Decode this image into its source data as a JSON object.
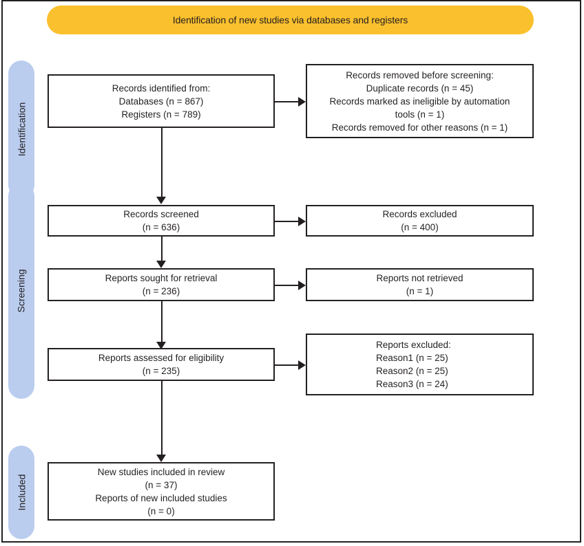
{
  "diagram": {
    "title": "Identification of new studies via databases and registers",
    "colors": {
      "banner": "#FBC02D",
      "stage_tab": "#BACDEF",
      "ink": "#231F20",
      "box_background": "#FFFFFF"
    },
    "stages": [
      {
        "id": "identification",
        "label": "Identification"
      },
      {
        "id": "screening",
        "label": "Screening"
      },
      {
        "id": "included",
        "label": "Included"
      }
    ],
    "boxes": {
      "records_identified": {
        "lines": [
          "Records identified from:",
          "Databases (n = 867)",
          "Registers (n = 789)"
        ]
      },
      "records_removed": {
        "lines": [
          "Records removed before screening:",
          "Duplicate records (n = 45)",
          "Records marked as ineligible by automation",
          "tools (n = 1)",
          "Records removed for other reasons (n = 1)"
        ]
      },
      "records_screened": {
        "lines": [
          "Records screened",
          "(n = 636)"
        ]
      },
      "records_excluded": {
        "lines": [
          "Records excluded",
          "(n = 400)"
        ]
      },
      "reports_sought": {
        "lines": [
          "Reports sought for retrieval",
          "(n = 236)"
        ]
      },
      "reports_not_retrieved": {
        "lines": [
          "Reports not retrieved",
          "(n = 1)"
        ]
      },
      "reports_assessed": {
        "lines": [
          "Reports assessed for eligibility",
          "(n = 235)"
        ]
      },
      "reports_excluded": {
        "lines": [
          "Reports excluded:",
          "Reason1 (n = 25)",
          "Reason2 (n = 25)",
          "Reason3 (n = 24)"
        ]
      },
      "new_studies_included": {
        "lines": [
          "New studies included in review",
          "(n = 37)",
          "Reports of new included studies",
          "(n = 0)"
        ]
      }
    }
  },
  "chart_data": {
    "type": "diagram",
    "title": "Identification of new studies via databases and registers",
    "nodes": [
      {
        "id": "records_identified",
        "stage": "Identification",
        "label": "Records identified from: Databases (n = 867); Registers (n = 789)",
        "counts": {
          "databases": 867,
          "registers": 789
        }
      },
      {
        "id": "records_removed",
        "stage": "Identification",
        "label": "Records removed before screening",
        "counts": {
          "duplicate_records": 45,
          "ineligible_by_automation_tools": 1,
          "removed_other_reasons": 1
        }
      },
      {
        "id": "records_screened",
        "stage": "Screening",
        "label": "Records screened",
        "counts": {
          "n": 636
        }
      },
      {
        "id": "records_excluded",
        "stage": "Screening",
        "label": "Records excluded",
        "counts": {
          "n": 400
        }
      },
      {
        "id": "reports_sought",
        "stage": "Screening",
        "label": "Reports sought for retrieval",
        "counts": {
          "n": 236
        }
      },
      {
        "id": "reports_not_retrieved",
        "stage": "Screening",
        "label": "Reports not retrieved",
        "counts": {
          "n": 1
        }
      },
      {
        "id": "reports_assessed",
        "stage": "Screening",
        "label": "Reports assessed for eligibility",
        "counts": {
          "n": 235
        }
      },
      {
        "id": "reports_excluded",
        "stage": "Screening",
        "label": "Reports excluded",
        "counts": {
          "Reason1": 25,
          "Reason2": 25,
          "Reason3": 24
        }
      },
      {
        "id": "new_studies_included",
        "stage": "Included",
        "label": "New studies included in review / Reports of new included studies",
        "counts": {
          "new_studies": 37,
          "reports": 0
        }
      }
    ],
    "edges": [
      {
        "from": "records_identified",
        "to": "records_removed",
        "direction": "right"
      },
      {
        "from": "records_identified",
        "to": "records_screened",
        "direction": "down"
      },
      {
        "from": "records_screened",
        "to": "records_excluded",
        "direction": "right"
      },
      {
        "from": "records_screened",
        "to": "reports_sought",
        "direction": "down"
      },
      {
        "from": "reports_sought",
        "to": "reports_not_retrieved",
        "direction": "right"
      },
      {
        "from": "reports_sought",
        "to": "reports_assessed",
        "direction": "down"
      },
      {
        "from": "reports_assessed",
        "to": "reports_excluded",
        "direction": "right"
      },
      {
        "from": "reports_assessed",
        "to": "new_studies_included",
        "direction": "down"
      }
    ]
  }
}
